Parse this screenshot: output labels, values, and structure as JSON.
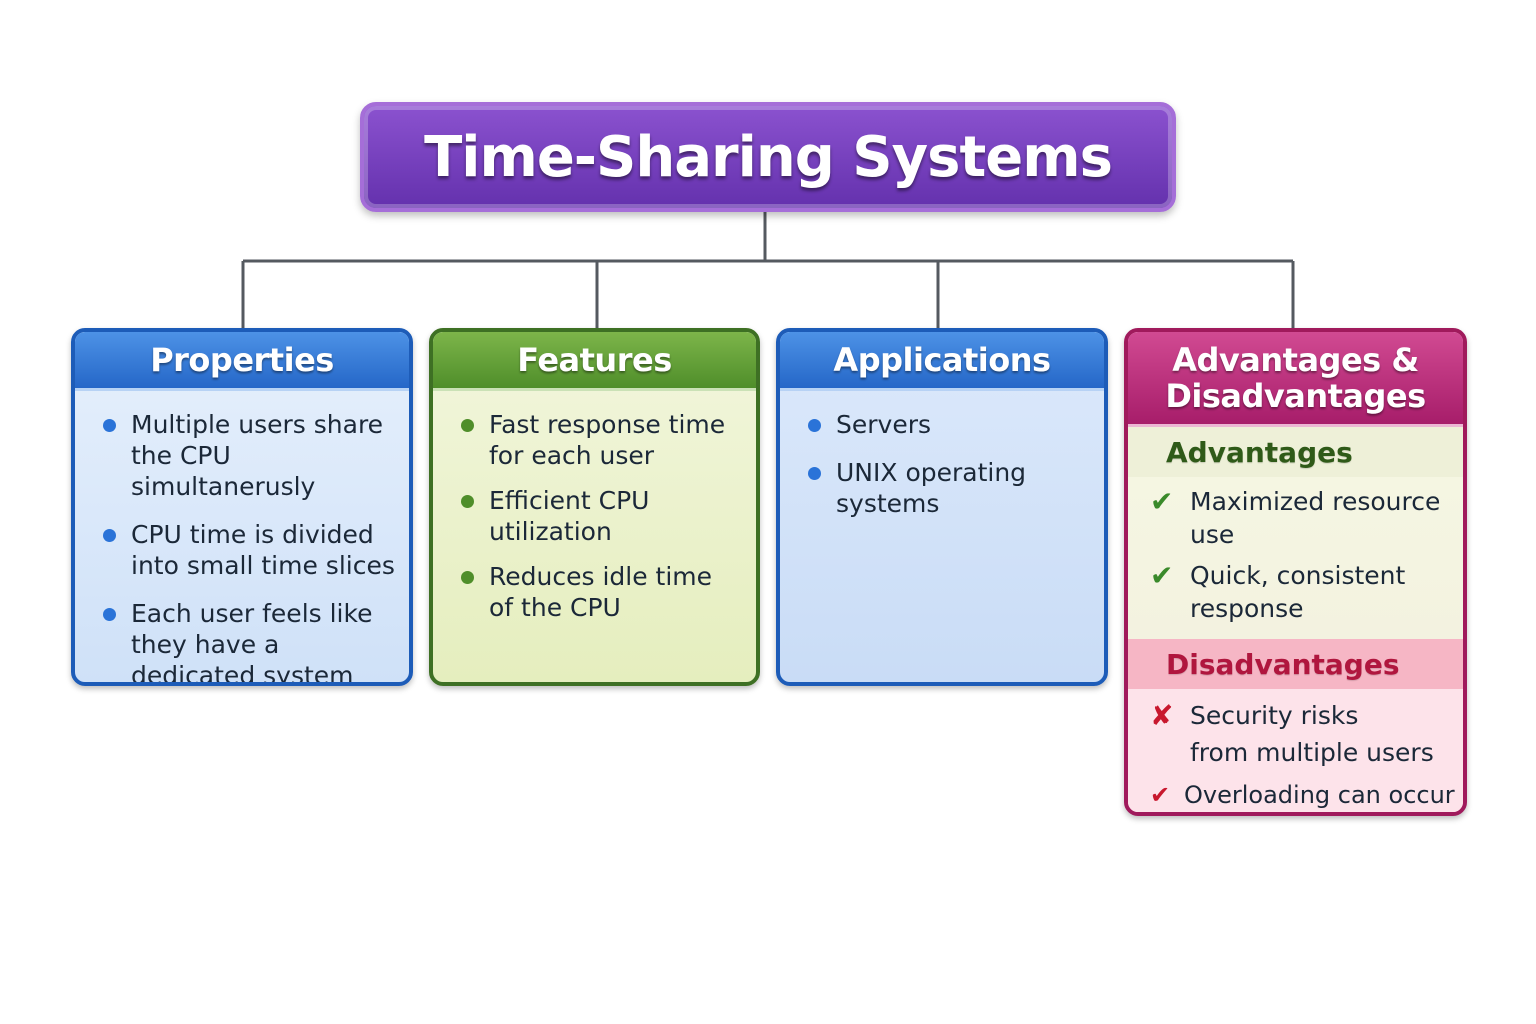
{
  "title": "Time-Sharing Systems",
  "properties": {
    "title": "Properties",
    "items": [
      "Multiple users share\nthe CPU simultanerusly",
      "CPU time is divided\ninto small time slices",
      "Each user feels like\nthey have a\ndedicated system"
    ]
  },
  "features": {
    "title": "Features",
    "items": [
      "Fast response time\nfor each user",
      "Efficient CPU utilization",
      "Reduces idle time\nof the CPU"
    ]
  },
  "applications": {
    "title": "Applications",
    "items": [
      "Servers",
      "UNIX operating\nsystems"
    ]
  },
  "advdis": {
    "title": "Advantages &\nDisadvantages",
    "advantages_label": "Advantages",
    "advantages": [
      "Maximized resource\nuse",
      "Quick, consistent\nresponse"
    ],
    "disadvantages_label": "Disadvantages",
    "disadvantages": [
      "Security risks\nfrom multiple users",
      "Overloading can occur"
    ]
  },
  "colors": {
    "root": "#7340bd",
    "properties": "#2567c8",
    "features": "#4f8e2a",
    "applications": "#2567c8",
    "advdis": "#a71d6a",
    "connector": "#555a60"
  },
  "icons": {
    "bullet": "dot-icon",
    "advantage": "check-icon",
    "disadvantage_1": "cross-icon",
    "disadvantage_2": "check-icon"
  }
}
